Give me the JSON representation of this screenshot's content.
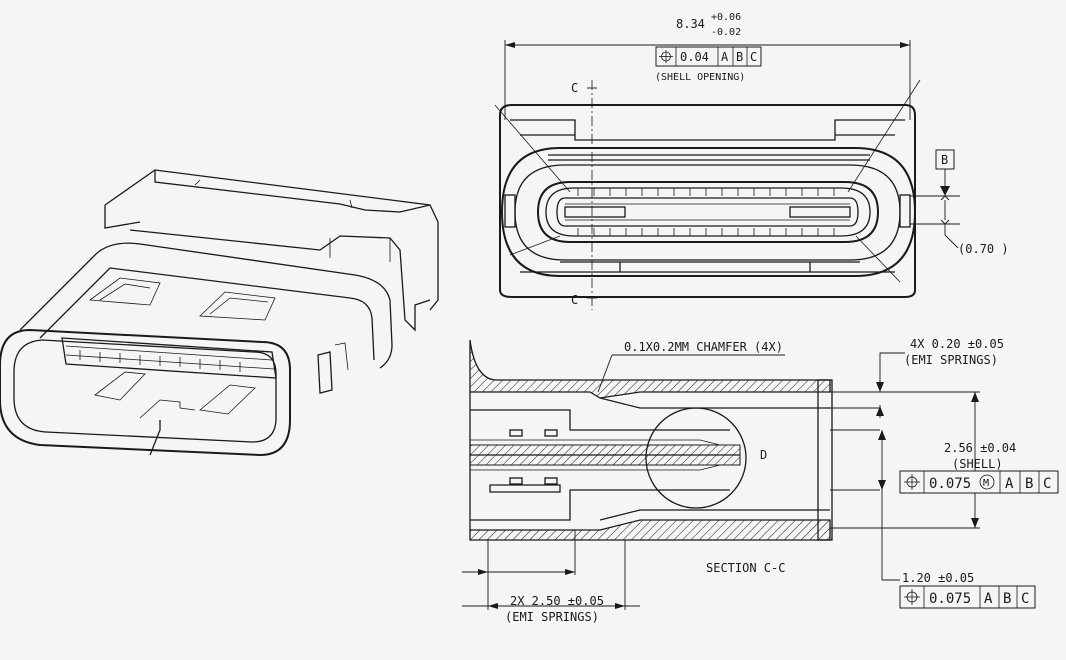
{
  "top_view": {
    "width_nominal": "8.34",
    "width_tol_plus": "+0.06",
    "width_tol_minus": "-0.02",
    "fcf_value": "0.04",
    "fcf_datums": [
      "A",
      "B",
      "C"
    ],
    "shell_opening_note": "(SHELL OPENING)",
    "section_marker": "C",
    "datum_label": "B",
    "dim_070": "(0.70 )"
  },
  "section_view": {
    "chamfer_note": "0.1X0.2MM CHAMFER (4X)",
    "emi_top_line1": "4X 0.20 ±0.05",
    "emi_top_line2": "(EMI SPRINGS)",
    "shell_dim": "2.56 ±0.04",
    "shell_note": "(SHELL)",
    "fcf_shell_value": "0.075",
    "fcf_shell_modifier": "M",
    "fcf_shell_datums": [
      "A",
      "B",
      "C"
    ],
    "detail_label": "D",
    "section_title": "SECTION C-C",
    "dim_120": "1.20 ±0.05",
    "fcf_120_value": "0.075",
    "fcf_120_datums": [
      "A",
      "B",
      "C"
    ],
    "emi_bottom_line1": "2X 2.50 ±0.05",
    "emi_bottom_line2": "(EMI SPRINGS)"
  }
}
